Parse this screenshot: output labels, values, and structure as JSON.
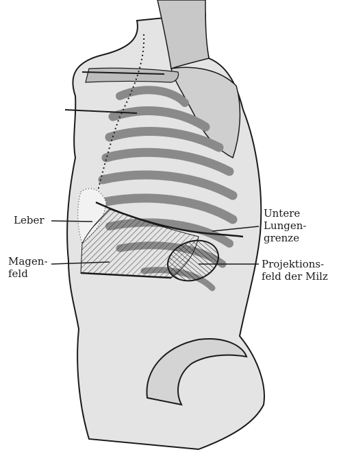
{
  "labels": {
    "leber": "Leber",
    "magenfeld": [
      "Magen-",
      "feld"
    ],
    "untere_lungengrenze": [
      "Untere",
      "Lungen-",
      "grenze"
    ],
    "projektionsfeld_milz": [
      "Projektions-",
      "feld der Milz"
    ]
  },
  "colors": {
    "skin": "#e4e4e4",
    "skin_dark": "#bdbdbd",
    "rib": "#8a8a8a",
    "line": "#1a1a1a",
    "background": "#ffffff"
  }
}
